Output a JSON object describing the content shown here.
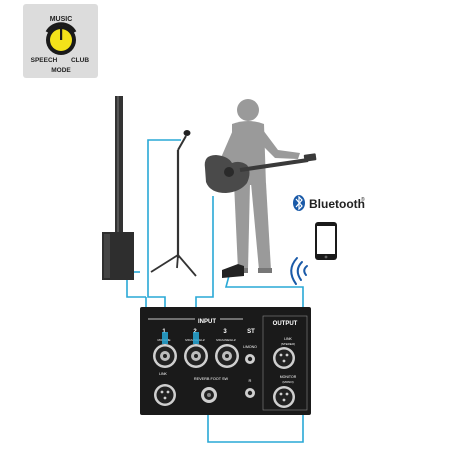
{
  "mode_knob": {
    "label_top": "MUSIC",
    "label_left": "SPEECH",
    "label_right": "CLUB",
    "label_bottom": "MODE"
  },
  "bluetooth": {
    "label": "Bluetooth",
    "trademark": "®"
  },
  "mixer_panel": {
    "input_label": "INPUT",
    "output_label": "OUTPUT",
    "channel_1": "1",
    "channel_2": "2",
    "channel_3": "3",
    "st_label": "ST",
    "mic_line_1": "MIC/LINE",
    "mic_line_2": "MIC/LINE/Hi-Z",
    "mic_line_3": "MIC/LINE/Hi-Z",
    "l_mono": "L/MONO",
    "r_label": "R",
    "link_label": "LINK",
    "link_out_label": "LINK",
    "link_sub": "(STEREO)",
    "monitor_label": "MONITOR",
    "monitor_sub": "(MONO)",
    "reverb_footsw": "REVERB FOOT SW"
  },
  "colors": {
    "cable": "#29a8d6",
    "panel": "#1a1a1a",
    "figure": "#9a9a9a",
    "guitar": "#4a4a4a",
    "speaker": "#333333",
    "knob_yellow": "#f3e21a",
    "knob_bg": "#dcdcdc"
  },
  "icons": [
    "mode-knob-icon",
    "bluetooth-icon",
    "smartphone-icon",
    "wireless-signal-icon",
    "xlr-jack-icon",
    "phone-jack-icon"
  ]
}
